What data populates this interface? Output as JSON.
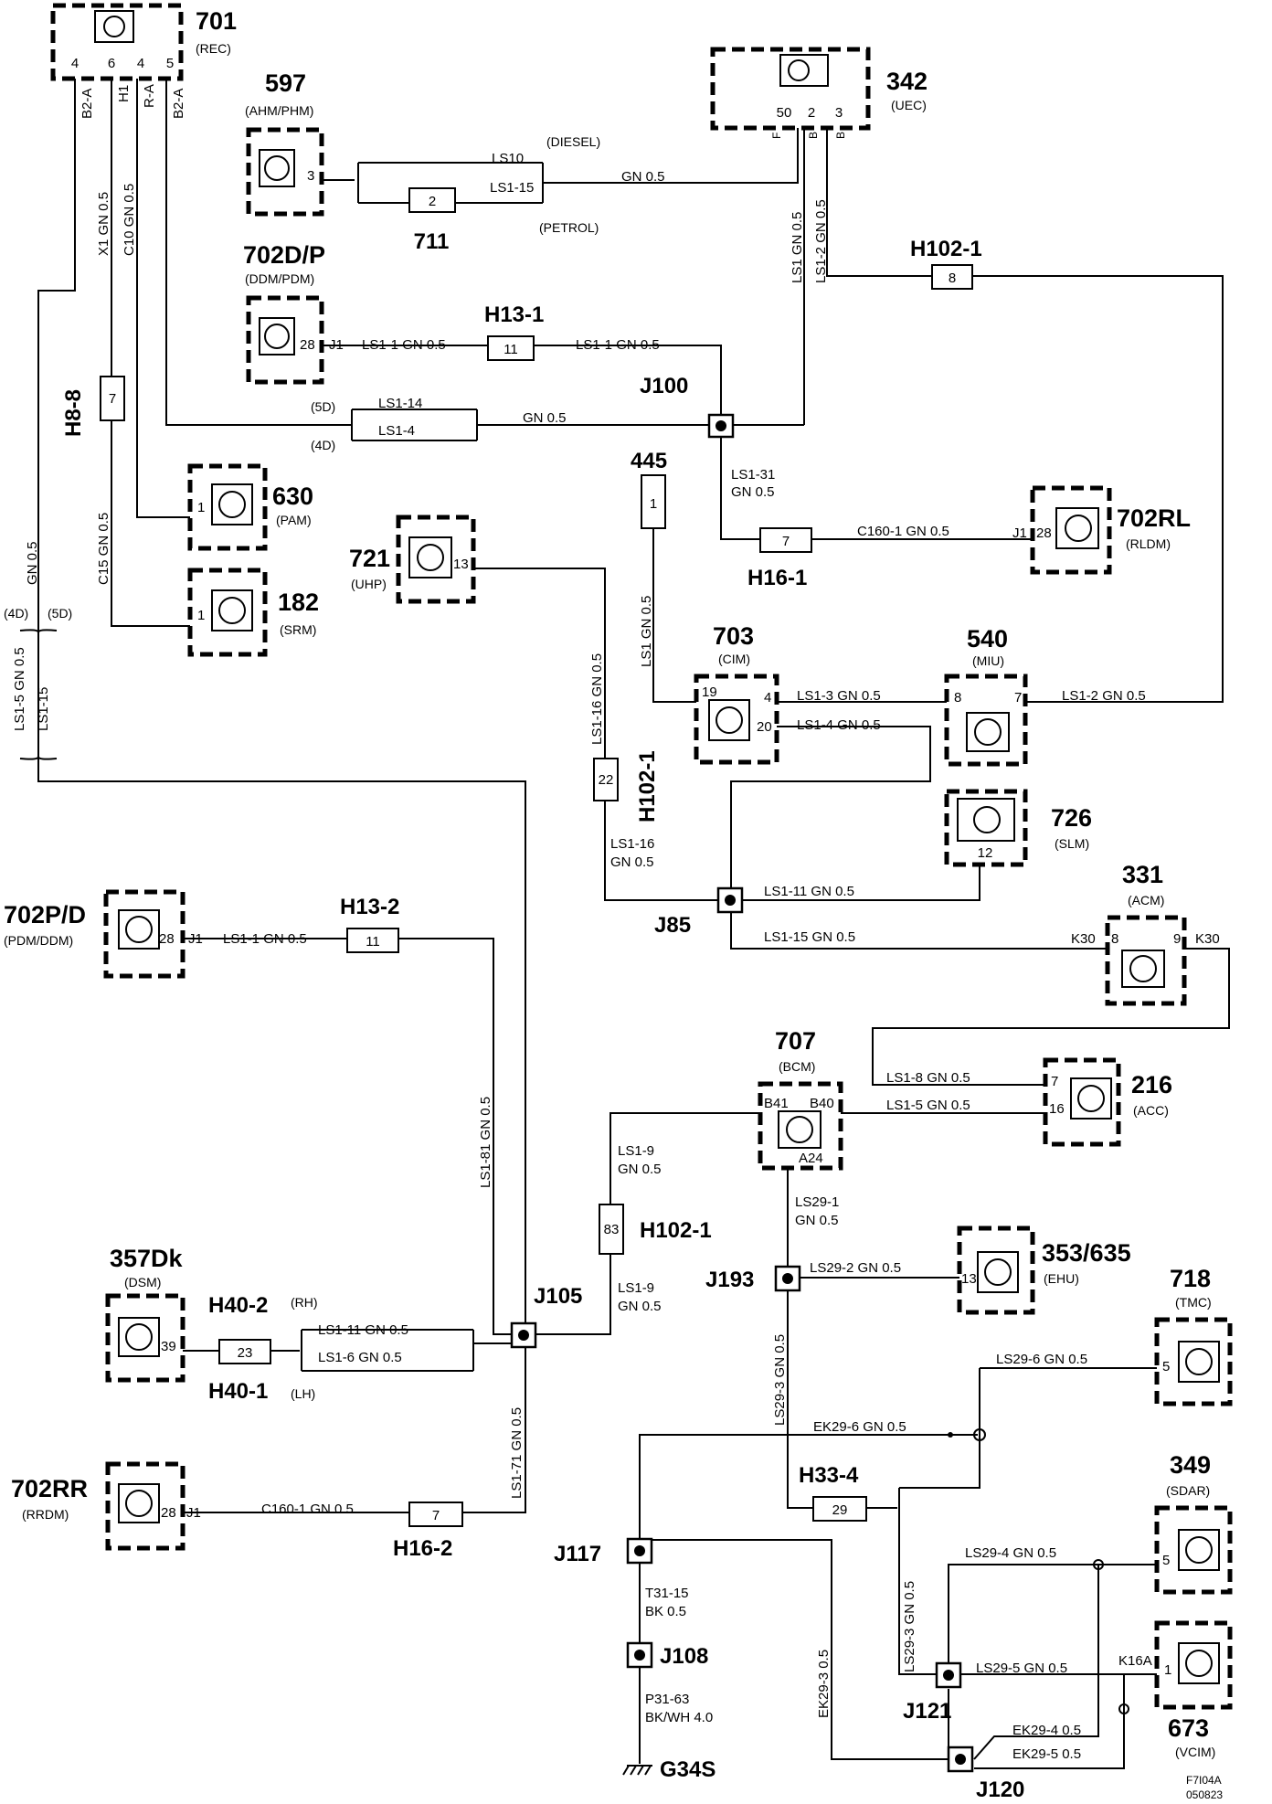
{
  "components": [
    {
      "id": "701",
      "name": "(REC)"
    },
    {
      "id": "342",
      "name": "(UEC)"
    },
    {
      "id": "597",
      "name": "(AHM/PHM)"
    },
    {
      "id": "702D/P",
      "name": "(DDM/PDM)"
    },
    {
      "id": "630",
      "name": "(PAM)"
    },
    {
      "id": "182",
      "name": "(SRM)"
    },
    {
      "id": "721",
      "name": "(UHP)"
    },
    {
      "id": "702RL",
      "name": "(RLDM)"
    },
    {
      "id": "703",
      "name": "(CIM)"
    },
    {
      "id": "540",
      "name": "(MIU)"
    },
    {
      "id": "726",
      "name": "(SLM)"
    },
    {
      "id": "331",
      "name": "(ACM)"
    },
    {
      "id": "702P/D",
      "name": "(PDM/DDM)"
    },
    {
      "id": "707",
      "name": "(BCM)"
    },
    {
      "id": "216",
      "name": "(ACC)"
    },
    {
      "id": "357Dk",
      "name": "(DSM)"
    },
    {
      "id": "353/635",
      "name": "(EHU)"
    },
    {
      "id": "718",
      "name": "(TMC)"
    },
    {
      "id": "702RR",
      "name": "(RRDM)"
    },
    {
      "id": "349",
      "name": "(SDAR)"
    },
    {
      "id": "673",
      "name": "(VCIM)"
    }
  ],
  "connectors": {
    "c711": "711",
    "h13_1": "H13-1",
    "h8_8": "H8-8",
    "h102_1": "H102-1",
    "h16_1": "H16-1",
    "h13_2": "H13-2",
    "h40_2": "H40-2",
    "h40_2_side": "(RH)",
    "h40_1": "H40-1",
    "h40_1_side": "(LH)",
    "h16_2": "H16-2",
    "h33_4": "H33-4",
    "c445": "445"
  },
  "junctions": {
    "j100": "J100",
    "j85": "J85",
    "j105": "J105",
    "j193": "J193",
    "j117": "J117",
    "j108": "J108",
    "j121": "J121",
    "j120": "J120",
    "g34s": "G34S"
  },
  "pins": {
    "p701_1": "4",
    "p701_2": "6",
    "p701_3": "4",
    "p701_4": "5",
    "p342_1": "50",
    "p342_2": "2",
    "p342_3": "3",
    "p342_f": "F",
    "p342_b1": "B",
    "p342_b2": "B",
    "p597": "3",
    "p711": "2",
    "p702dp": "28",
    "p702dp_j": "J1",
    "h13_1_pin": "11",
    "h8_8_pin": "7",
    "h102_1_pin": "8",
    "p630": "1",
    "p182": "1",
    "p721": "13",
    "p445": "1",
    "h16_1_pin": "7",
    "p702rl": "28",
    "p702rl_j": "J1",
    "p703_19": "19",
    "p703_4": "4",
    "p703_20": "20",
    "p540_8": "8",
    "p540_7": "7",
    "p726": "12",
    "h102_1b_pin": "22",
    "p331_8": "8",
    "p331_9": "9",
    "p331_k30a": "K30",
    "p331_k30b": "K30",
    "p702pd": "28",
    "p702pd_j": "J1",
    "h13_2_pin": "11",
    "p707_b41": "B41",
    "p707_b40": "B40",
    "p707_a24": "A24",
    "p216_7": "7",
    "p216_16": "16",
    "h102_1c_pin": "83",
    "p357": "39",
    "h40_pin": "23",
    "p353": "13",
    "p718": "5",
    "p702rr": "28",
    "p702rr_j": "J1",
    "h16_2_pin": "7",
    "h33_4_pin": "29",
    "p349": "5",
    "p673": "1",
    "p673_k": "K16A"
  },
  "wires": {
    "w701_1": "B2-A",
    "w701_2": "H1",
    "w701_3": "R-A",
    "w701_4": "B2-A",
    "x1": "X1  GN  0.5",
    "c10": "C10  GN  0.5",
    "gn05_left": "GN  0.5",
    "c15": "C15  GN  0.5",
    "ls10": "LS10",
    "diesel": "(DIESEL)",
    "ls1_15a": "LS1-15",
    "petrol": "(PETROL)",
    "gn05_342": "GN  0.5",
    "ls1_gn05": "LS1  GN  0.5",
    "ls1_2_gn05": "LS1-2  GN  0.5",
    "ls1_1_gn05": "LS1-1  GN  0.5",
    "ls1_1_gn05b": "LS1-1   GN  0.5",
    "ls1_14": "LS1-14",
    "ls1_4a": "LS1-4",
    "d5": "(5D)",
    "d4": "(4D)",
    "gn05_j100": "GN  0.5",
    "ls1_31": "LS1-31",
    "ls1_31b": "GN  0.5",
    "c160_1": "C160-1  GN  0.5",
    "ls1_gn05_445": "LS1   GN   0.5",
    "ls1_16_gn05": "LS1-16  GN  0.5",
    "ls1_3": "LS1-3   GN   0.5",
    "ls1_4": "LS1-4   GN   0.5",
    "ls1_2": "LS1-2   GN   0.5",
    "ls1_16": "LS1-16",
    "ls1_16b": "GN  0.5",
    "ls1_11": "LS1-11  GN  0.5",
    "ls1_15": "LS1-15  GN  0.5",
    "d4b": "(4D)",
    "d5b": "(5D)",
    "ls1_5": "LS1-5   GN   0.5",
    "ls1_15v": "LS1-15",
    "ls1_1_pd": "LS1-1   GN   0.5",
    "ls1_81": "LS1-81  GN  0.5",
    "ls1_8": "LS1-8   GN   0.5",
    "ls1_9a": "LS1-9",
    "ls1_9ab": "GN  0.5",
    "ls29_1": "LS29-1",
    "ls29_1b": "GN  0.5",
    "ls1_9b": "LS1-9",
    "ls1_9bb": "GN  0.5",
    "ls29_2": "LS29-2   GN   0.5",
    "ls1_11b": "LS1-11  GN   0.5",
    "ls1_6": "LS1-6   GN   0.5",
    "ls1_71": "LS1-71  GN  0.5",
    "ls29_3": "LS29-3  GN  0.5",
    "ls29_6": "LS29-6   GN   0.5",
    "ek29_6": "EK29-6  GN  0.5",
    "c160_1b": "C160-1   GN   0.5",
    "ls29_3b": "LS29-3  GN  0.5",
    "ls29_4": "LS29-4   GN   0.5",
    "ls29_5": "LS29-5  GN  0.5",
    "t31_15": "T31-15",
    "t31_15b": "BK  0.5",
    "ek29_3": "EK29-3        0.5",
    "p31_63": "P31-63",
    "p31_63b": "BK/WH  4.0",
    "ek29_4": "EK29-4  0.5",
    "ek29_5": "EK29-5  0.5"
  },
  "reference": {
    "code": "F7I04A",
    "date": "050823"
  }
}
